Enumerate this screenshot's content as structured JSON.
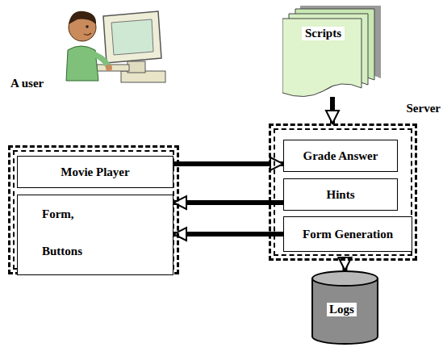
{
  "diagram": {
    "nodes": [
      {
        "text": [
          "A user"
        ]
      },
      {
        "text": [
          "Movie Player"
        ],
        "in": 0
      },
      {
        "text": [
          "Form, Buttons"
        ],
        "in": 0
      },
      {
        "text": [
          "Scripts"
        ]
      },
      {
        "text": [
          "Server"
        ]
      },
      {
        "text": [
          "Grade Answer"
        ],
        "in": 4
      },
      {
        "text": [
          "Hints"
        ],
        "in": 4
      },
      {
        "text": [
          "Form Generation"
        ],
        "in": 4
      },
      {
        "text": [
          "Logs"
        ]
      }
    ],
    "edges": [
      {
        "from": 1,
        "to": 5,
        "arrow": "to"
      },
      {
        "from": 6,
        "to": 2,
        "arrow": "to"
      },
      {
        "from": 7,
        "to": 2,
        "arrow": "to"
      },
      {
        "from": 3,
        "to": 4,
        "arrow": "to"
      },
      {
        "from": 4,
        "to": 8,
        "arrow": "to"
      }
    ]
  }
}
